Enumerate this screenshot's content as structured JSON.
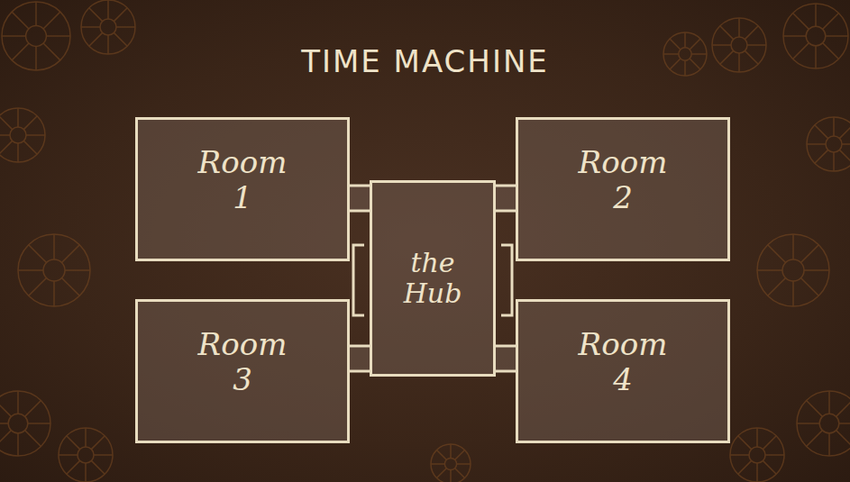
{
  "diagram": {
    "title": "TIME MACHINE",
    "nodes": [
      {
        "text": [
          "Room 1"
        ]
      },
      {
        "text": [
          "Room 2"
        ]
      },
      {
        "text": [
          "the Hub"
        ]
      },
      {
        "text": [
          "Room 3"
        ]
      },
      {
        "text": [
          "Room 4"
        ]
      }
    ],
    "edges": [
      {
        "from": 2,
        "to": 0,
        "arrow": "none"
      },
      {
        "from": 2,
        "to": 1,
        "arrow": "none"
      },
      {
        "from": 2,
        "to": 3,
        "arrow": "none"
      },
      {
        "from": 2,
        "to": 4,
        "arrow": "none"
      }
    ]
  }
}
